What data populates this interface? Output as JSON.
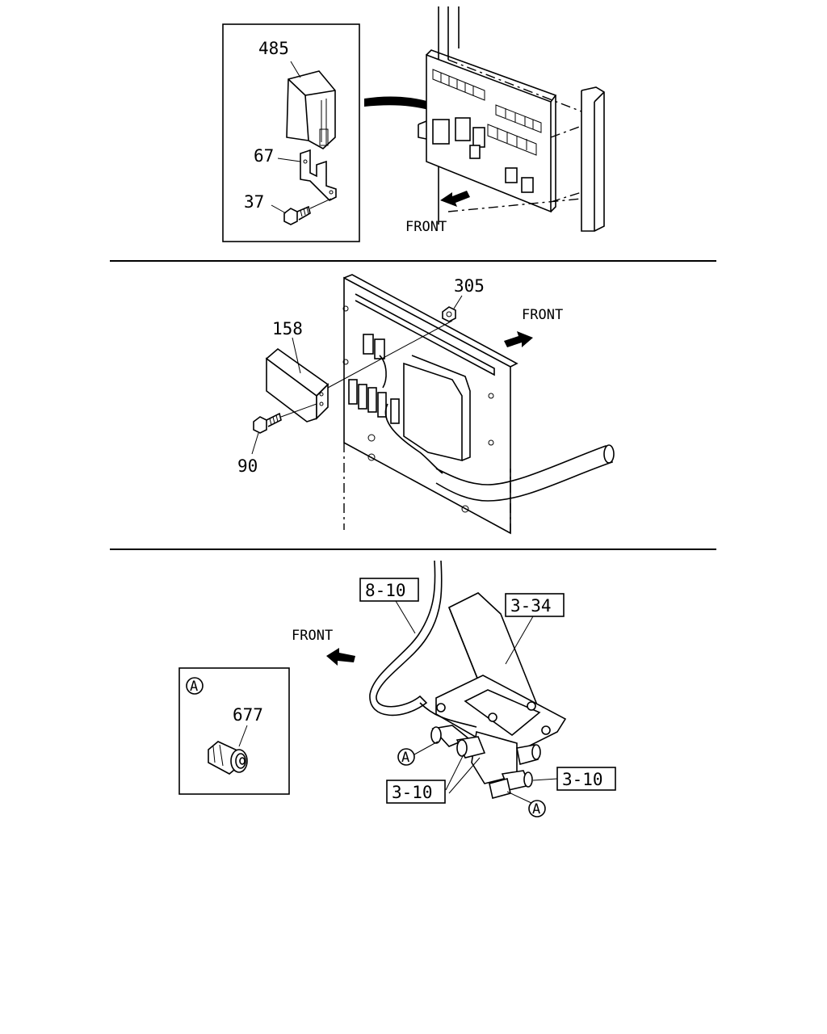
{
  "section_top": {
    "inset_labels": {
      "cover": "485",
      "bracket": "67",
      "bolt": "37"
    },
    "front_label": "FRONT"
  },
  "section_middle": {
    "labels": {
      "nut": "305",
      "module": "158",
      "bolt": "90"
    },
    "front_label": "FRONT"
  },
  "section_bottom": {
    "front_label": "FRONT",
    "ref_boxes": {
      "hose_ref": "8-10",
      "pedal_ref": "3-34",
      "pipe_ref_left": "3-10",
      "pipe_ref_right": "3-10"
    },
    "detail_marker": "A",
    "detail_inset": {
      "marker": "A",
      "part": "677"
    }
  }
}
